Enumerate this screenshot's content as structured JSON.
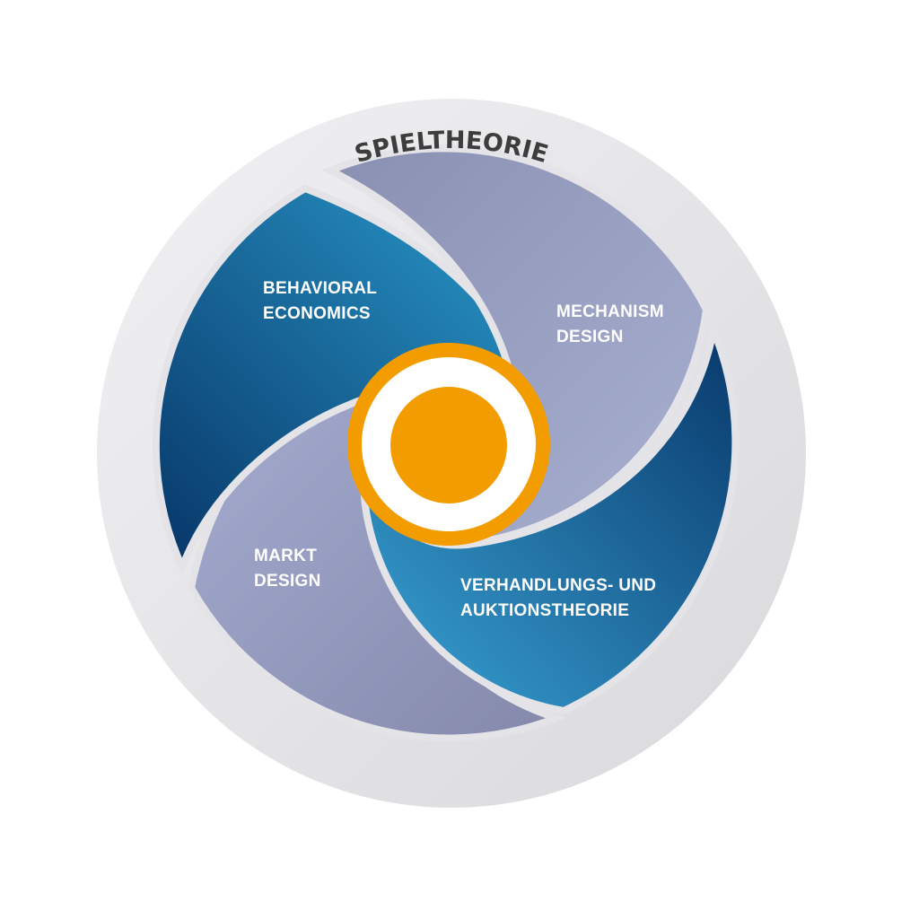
{
  "title": "SPIELTHEORIE",
  "segments": {
    "behavioral": {
      "line1": "BEHAVIORAL",
      "line2": "ECONOMICS"
    },
    "mechanism": {
      "line1": "MECHANISM",
      "line2": "DESIGN"
    },
    "verhandlung": {
      "line1": "VERHANDLUNGS- UND",
      "line2": "AUKTIONSTHEORIE"
    },
    "markt": {
      "line1": "MARKT",
      "line2": "DESIGN"
    }
  },
  "colors": {
    "orange": "#f39c00",
    "ring": "#e4e4e8",
    "dark_blue": "#0a3a6e",
    "light_blue": "#2a95c8",
    "lavender": "#9aa2c4",
    "title": "#3d3d3d"
  }
}
